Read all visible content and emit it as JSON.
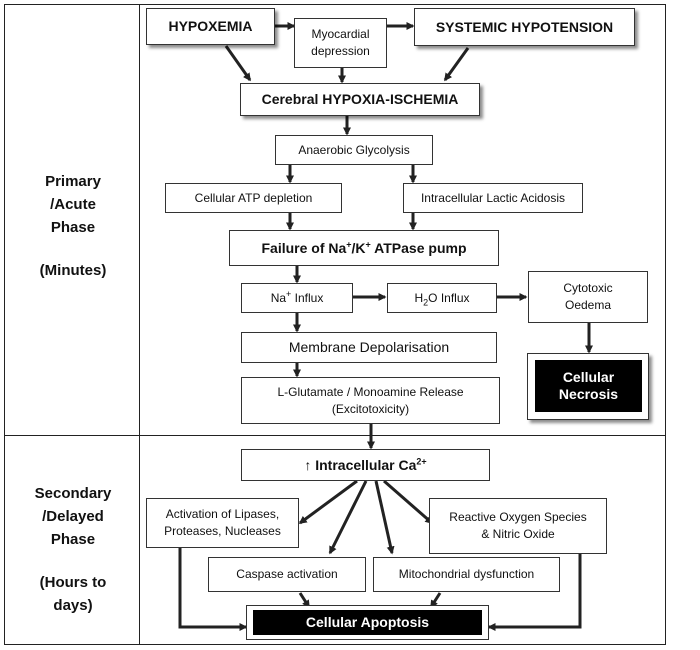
{
  "phases": {
    "primary": {
      "line1": "Primary",
      "line2": "/Acute",
      "line3": "Phase",
      "time": "(Minutes)"
    },
    "secondary": {
      "line1": "Secondary",
      "line2": "/Delayed",
      "line3": "Phase",
      "time1": "(Hours to",
      "time2": "days)"
    }
  },
  "nodes": {
    "hypoxemia": "HYPOXEMIA",
    "myocardial_1": "Myocardial",
    "myocardial_2": "depression",
    "systemic_hypotension": "SYSTEMIC HYPOTENSION",
    "cerebral": "Cerebral HYPOXIA-ISCHEMIA",
    "anaerobic": "Anaerobic Glycolysis",
    "atp_depletion": "Cellular ATP depletion",
    "lactic_acidosis": "Intracellular Lactic Acidosis",
    "pump_failure": {
      "prefix": "Failure of Na",
      "sup1": "+",
      "mid": "/K",
      "sup2": "+",
      "suffix": " ATPase pump"
    },
    "na_influx": {
      "prefix": "Na",
      "sup": "+",
      "suffix": " Influx"
    },
    "h2o_influx": {
      "prefix": "H",
      "sub": "2",
      "suffix": "O Influx"
    },
    "cytotoxic_1": "Cytotoxic",
    "cytotoxic_2": "Oedema",
    "membrane": "Membrane Depolarisation",
    "glutamate_1": "L-Glutamate / Monoamine Release",
    "glutamate_2": "(Excitotoxicity)",
    "necrosis_1": "Cellular",
    "necrosis_2": "Necrosis",
    "calcium": {
      "arrow": "↑",
      "prefix": " Intracellular Ca",
      "sup": "2+"
    },
    "lipases_1": "Activation of Lipases,",
    "lipases_2": "Proteases, Nucleases",
    "ros_1": "Reactive Oxygen Species",
    "ros_2": "& Nitric Oxide",
    "caspase": "Caspase activation",
    "mitochondrial": "Mitochondrial dysfunction",
    "apoptosis": "Cellular Apoptosis"
  }
}
